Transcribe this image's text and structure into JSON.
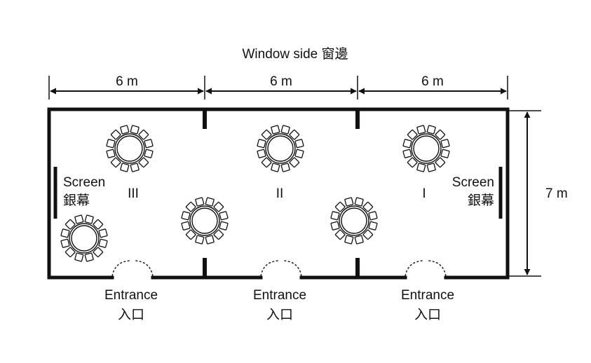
{
  "title": "Window side 窗邊",
  "dimensions": {
    "section_width_labels": [
      "6 m",
      "6 m",
      "6 m"
    ],
    "height_label": "7 m"
  },
  "screens": {
    "left": {
      "en": "Screen",
      "zh": "銀幕"
    },
    "right": {
      "en": "Screen",
      "zh": "銀幕"
    }
  },
  "sections": [
    {
      "numeral": "III"
    },
    {
      "numeral": "II"
    },
    {
      "numeral": "I"
    }
  ],
  "entrances": [
    {
      "en": "Entrance",
      "zh": "入口"
    },
    {
      "en": "Entrance",
      "zh": "入口"
    },
    {
      "en": "Entrance",
      "zh": "入口"
    }
  ],
  "tables": {
    "count": 6,
    "chairs_per_table": 12
  },
  "colors": {
    "ink": "#111111",
    "background": "#ffffff"
  }
}
